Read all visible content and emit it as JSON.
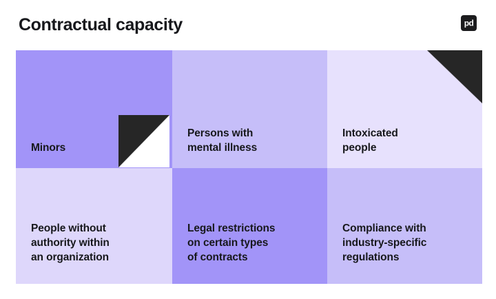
{
  "header": {
    "title": "Contractual capacity",
    "logo_text": "pd",
    "logo_name": "pandadoc-logo"
  },
  "theme": {
    "background": "#ffffff",
    "text_color": "#17181c",
    "accent_strong": "#a294f8",
    "accent_medium": "#c6bef9",
    "accent_light": "#ded7fb",
    "accent_lightest": "#e7e1fd",
    "fold_dark": "#262626"
  },
  "matrix": {
    "rows": [
      {
        "cells": [
          {
            "label": "Minors",
            "bg": "#a294f8",
            "fold": "a"
          },
          {
            "label": "Persons with\nmental illness",
            "bg": "#c6bef9",
            "fold": null
          },
          {
            "label": "Intoxicated\npeople",
            "bg": "#e7e1fd",
            "fold": "b"
          }
        ]
      },
      {
        "cells": [
          {
            "label": "People without\nauthority within\nan organization",
            "bg": "#ded7fb",
            "fold": null
          },
          {
            "label": "Legal restrictions\non certain types\nof contracts",
            "bg": "#a294f8",
            "fold": null
          },
          {
            "label": "Compliance with\nindustry-specific\nregulations",
            "bg": "#c6bef9",
            "fold": null
          }
        ]
      }
    ]
  }
}
